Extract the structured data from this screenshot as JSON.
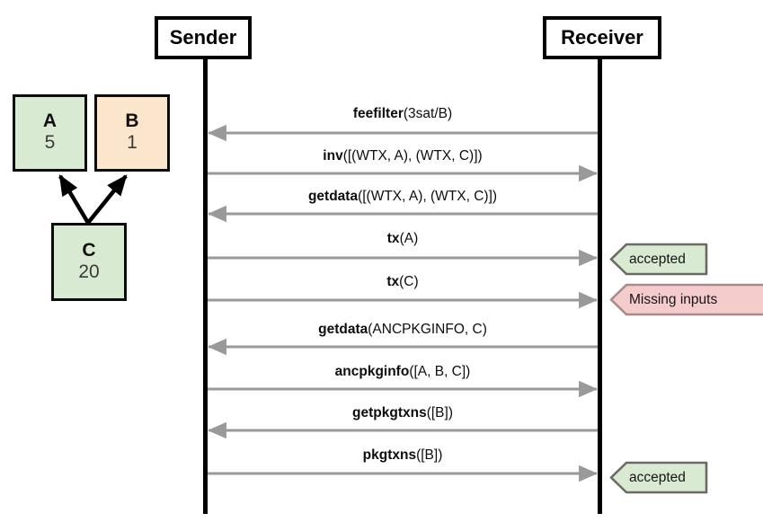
{
  "participants": [
    {
      "id": "sender",
      "label": "Sender"
    },
    {
      "id": "receiver",
      "label": "Receiver"
    }
  ],
  "tx_graph": {
    "nodes": [
      {
        "id": "A",
        "name": "A",
        "fee": "5",
        "color": "#d9ead3"
      },
      {
        "id": "B",
        "name": "B",
        "fee": "1",
        "color": "#fce5cd"
      },
      {
        "id": "C",
        "name": "C",
        "fee": "20",
        "color": "#d9ead3"
      }
    ],
    "edges": [
      {
        "from": "C",
        "to": "A"
      },
      {
        "from": "C",
        "to": "B"
      }
    ]
  },
  "messages": [
    {
      "cmd": "feefilter",
      "args": "(3sat/B)",
      "direction": "receiver-to-sender"
    },
    {
      "cmd": "inv",
      "args": "([(WTX, A), (WTX, C)])",
      "direction": "sender-to-receiver"
    },
    {
      "cmd": "getdata",
      "args": "([(WTX, A), (WTX, C)])",
      "direction": "receiver-to-sender"
    },
    {
      "cmd": "tx",
      "args": "(A)",
      "direction": "sender-to-receiver"
    },
    {
      "cmd": "tx",
      "args": "(C)",
      "direction": "sender-to-receiver"
    },
    {
      "cmd": "getdata",
      "args": "(ANCPKGINFO, C)",
      "direction": "receiver-to-sender"
    },
    {
      "cmd": "ancpkginfo",
      "args": "([A, B, C])",
      "direction": "sender-to-receiver"
    },
    {
      "cmd": "getpkgtxns",
      "args": "([B])",
      "direction": "receiver-to-sender"
    },
    {
      "cmd": "pkgtxns",
      "args": "([B])",
      "direction": "sender-to-receiver"
    }
  ],
  "badges": [
    {
      "text": "accepted",
      "status": "accepted",
      "fill": "#d9ead3",
      "stroke": "#6a6a62",
      "after_message": 3
    },
    {
      "text": "Missing inputs",
      "status": "rejected",
      "fill": "#f4cccc",
      "stroke": "#a98a8a",
      "after_message": 4
    },
    {
      "text": "accepted",
      "status": "accepted",
      "fill": "#d9ead3",
      "stroke": "#6a6a62",
      "after_message": 8
    }
  ],
  "colors": {
    "arrow": "#999999",
    "lifeline": "#000000",
    "accepted_fill": "#d9ead3",
    "rejected_fill": "#f4cccc",
    "tx_green": "#d9ead3",
    "tx_orange": "#fce5cd"
  }
}
